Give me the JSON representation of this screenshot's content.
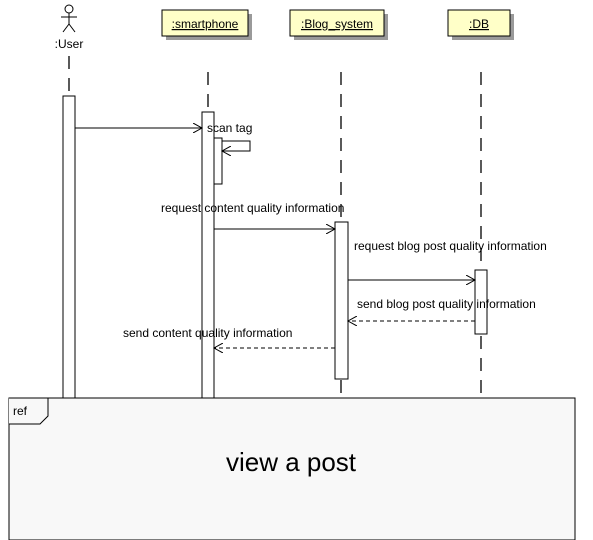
{
  "actors": {
    "user": ":User",
    "smartphone": ":smartphone",
    "blog_system": ":Blog_system",
    "db": ":DB"
  },
  "messages": {
    "m1": "",
    "m2": "scan tag",
    "m3": "request content quality information",
    "m4": "request blog post quality information",
    "m5": "send blog post quality information",
    "m6": "send content quality information"
  },
  "ref_frame": {
    "tag": "ref",
    "title": "view a post"
  },
  "colors": {
    "header_fill": "#ffffc8",
    "header_shadow": "#9a9a9a",
    "frame_fill": "#f8f8f8",
    "line": "#000000"
  }
}
